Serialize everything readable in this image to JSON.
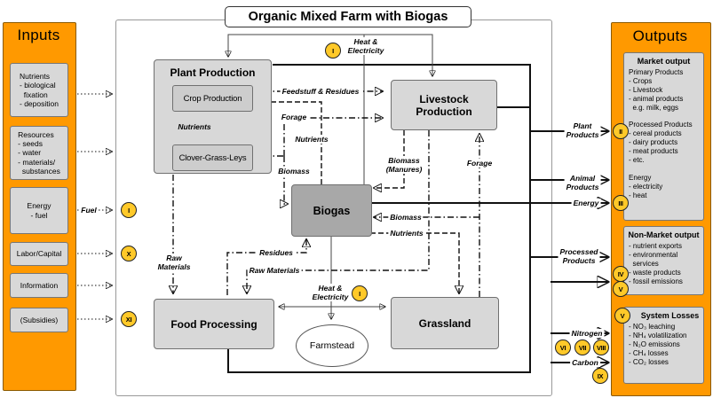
{
  "title": "Organic Mixed Farm with Biogas",
  "colors": {
    "orange": "#FF9900",
    "badge": "#FFC929",
    "box_gray": "#D8D8D8",
    "biogas_gray": "#A8A8A8"
  },
  "inputs": {
    "title": "Inputs",
    "items": [
      "Nutrients\n- biological\n  fixation\n- deposition",
      "Resources\n- seeds\n- water\n- materials/\n  substances",
      "Energy\n- fuel",
      "Labor/Capital",
      "Information",
      "(Subsidies)"
    ]
  },
  "outputs": {
    "title": "Outputs",
    "market_header": "Market output",
    "market_body": "Primary Products\n- Crops\n- Livestock\n- animal products\n  e.g. milk, eggs\n\nProcessed Products\n- cereal products\n- dairy products\n- meat products\n- etc.\n\nEnergy\n- electricity\n- heat",
    "non_market_header": "Non-Market output",
    "non_market_body": "- nutrient exports\n- environmental\n  services\n- waste products\n- fossil emissions",
    "system_losses_header": "System Losses",
    "system_losses_body": "- NO₃ leaching\n- NH₄ volatilization\n- N₂O emissions\n- CH₄ losses\n- CO₂ losses"
  },
  "nodes": {
    "plant_production": "Plant Production",
    "crop_production": "Crop Production",
    "clover_grass_leys": "Clover-Grass-Leys",
    "livestock_production": "Livestock Production",
    "biogas": "Biogas",
    "food_processing": "Food Processing",
    "grassland": "Grassland",
    "farmstead": "Farmstead"
  },
  "flows": {
    "heat_electricity_top": "Heat &\nElectricity",
    "feedstuff_residues": "Feedstuff & Residues",
    "forage_left": "Forage",
    "nutrients_leys": "Nutrients",
    "nutrients_digestate": "Nutrients",
    "biomass_leys": "Biomass",
    "biomass_manures": "Biomass\n(Manures)",
    "forage_grassland": "Forage",
    "biomass_grassland": "Biomass",
    "nutrients_grassland": "Nutrients",
    "residues": "Residues",
    "raw_materials_plant": "Raw\nMaterials",
    "raw_materials_livestock": "Raw Materials",
    "heat_electricity_bottom": "Heat &\nElectricity",
    "fuel": "Fuel",
    "plant_products": "Plant\nProducts",
    "animal_products": "Animal\nProducts",
    "energy": "Energy",
    "processed_products": "Processed\nProducts",
    "nitrogen": "Nitrogen",
    "carbon": "Carbon"
  },
  "badges": {
    "fuel": "I",
    "labor": "X",
    "subsidies": "XI",
    "heat_top": "I",
    "heat_bottom": "I",
    "plant": "II",
    "energy": "III",
    "waste": "IV",
    "fossil": "V",
    "losses": "V",
    "nitrogen_1": "VI",
    "nitrogen_2": "VII",
    "nitrogen_3": "VIII",
    "carbon": "IX"
  }
}
